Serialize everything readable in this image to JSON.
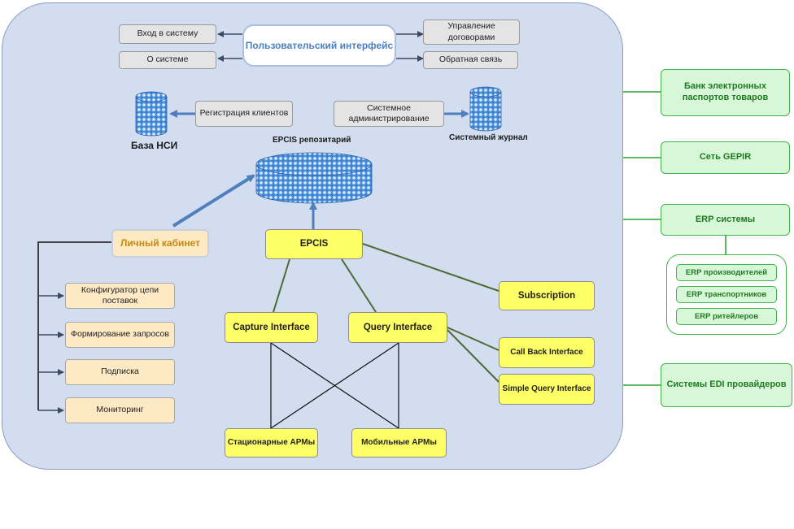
{
  "interface": {
    "title": "Пользовательский интерфейс",
    "left_items": [
      "Вход в систему",
      "О системе"
    ],
    "right_items": [
      "Управление договорами",
      "Обратная связь"
    ]
  },
  "nsi": {
    "db_label": "База НСИ",
    "registration": "Регистрация клиентов"
  },
  "admin": {
    "label": "Системное администрирование",
    "log_label": "Системный журнал"
  },
  "repository": {
    "label": "EPCIS репозитарий"
  },
  "cabinet": {
    "title": "Личный кабинет",
    "items": [
      "Конфигуратор цепи поставок",
      "Формирование запросов",
      "Подписка",
      "Мониторинг"
    ]
  },
  "epcis": {
    "main": "EPCIS",
    "capture": "Capture Interface",
    "query": "Query Interface",
    "subscription": "Subscription",
    "callback": "Call Back Interface",
    "simple_query": "Simple Query Interface"
  },
  "workstations": {
    "stationary": "Стационарные АРМы",
    "mobile": "Мобильные АРМы"
  },
  "external": {
    "bank": "Банк электронных паспортов товаров",
    "gepir": "Сеть GEPIR",
    "erp": "ERP системы",
    "erp_items": [
      "ERP производителей",
      "ERP транспортников",
      "ERP ритейлеров"
    ],
    "edi": "Системы EDI провайдеров"
  },
  "colors": {
    "panel": "#d2ddf0",
    "arrow_blue": "#4f7fbf",
    "connector_green": "#4e6b34",
    "external_green": "#45b24c",
    "yellow": "#ffff66",
    "peach": "#fde9c4"
  }
}
